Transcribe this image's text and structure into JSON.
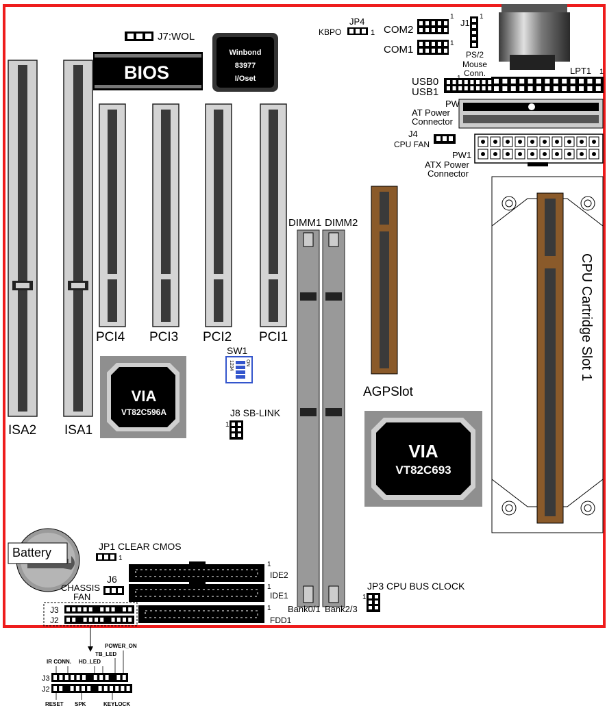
{
  "labels": {
    "j7": "J7:WOL",
    "bios": "BIOS",
    "superio": [
      "Winbond",
      "83977",
      "I/Oset"
    ],
    "jp4_name": "JP4",
    "jp4_sub": "KBPO",
    "jp4_pin": "1",
    "com2": "COM2",
    "com1": "COM1",
    "pin1": "1",
    "j1": "J1",
    "ps2": [
      "PS/2",
      "Mouse",
      "Conn."
    ],
    "lpt1": "LPT1",
    "usb0": "USB0",
    "usb1": "USB1",
    "pw2": [
      "PW2",
      "AT Power",
      "Connector"
    ],
    "j4": "J4",
    "cpu_fan": "CPU FAN",
    "pw1": [
      "PW1",
      "ATX Power",
      "Connector"
    ],
    "dimm1": "DIMM1",
    "dimm2": "DIMM2",
    "cpu_slot": "CPU Cartridge Slot 1",
    "pci4": "PCI4",
    "pci3": "PCI3",
    "pci2": "PCI2",
    "pci1": "PCI1",
    "isa2": "ISA2",
    "isa1": "ISA1",
    "sw1": "SW1",
    "sw1_on": "ON",
    "sw1_nums": "1234",
    "southbridge": [
      "VIA",
      "VT82C596A"
    ],
    "agp": "AGPSlot",
    "j8": "J8 SB-LINK",
    "northbridge": [
      "VIA",
      "VT82C693"
    ],
    "battery": "Battery",
    "jp1": "JP1 CLEAR CMOS",
    "chassis_fan": [
      "CHASSIS",
      "FAN"
    ],
    "j6": "J6",
    "ide2": "IDE2",
    "ide1": "IDE1",
    "fdd1": "FDD1",
    "bank01": "Bank0/1",
    "bank23": "Bank2/3",
    "jp3": "JP3 CPU BUS CLOCK",
    "j3": "J3",
    "j2": "J2",
    "detail": {
      "power_on": "POWER_ON",
      "tb_led": "TB_LED",
      "ir_conn": "IR CONN.",
      "hd_led": "HD_LED",
      "reset": "RESET",
      "spk": "SPK",
      "keylock": "KEYLOCK",
      "j3": "J3",
      "j2": "J2"
    }
  },
  "colors": {
    "border": "#ee1c1c",
    "chip": "#000000",
    "slot_dark": "#3a3a3a",
    "slot_light": "#d4d4d4",
    "agp": "#8a5a2a",
    "dip_switch": "#3355cc"
  }
}
